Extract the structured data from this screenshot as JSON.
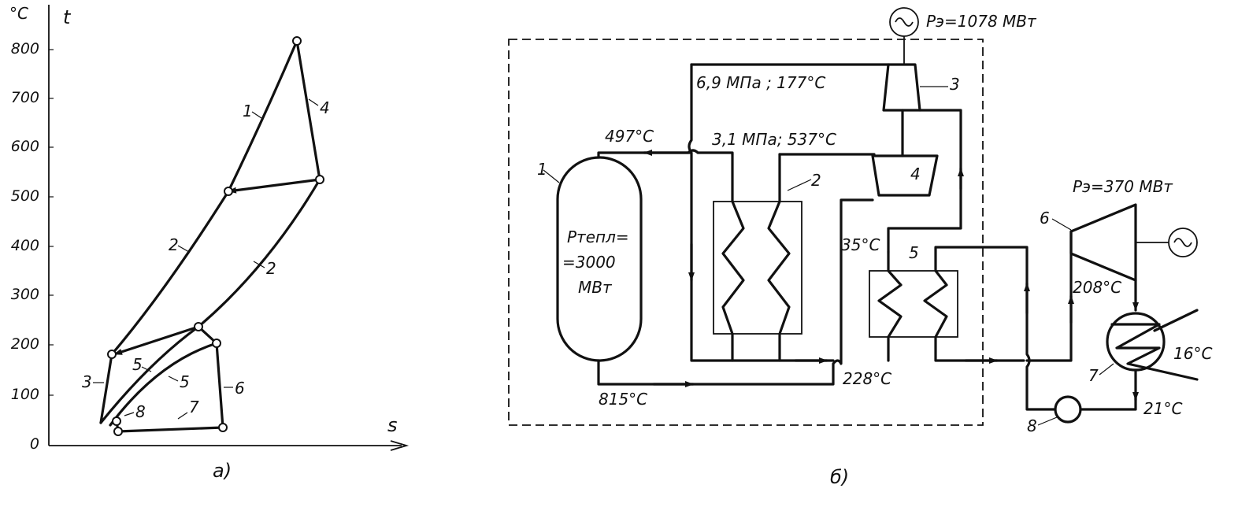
{
  "plot": {
    "unit": "°C",
    "y_axis_label": "t",
    "x_axis_label": "s",
    "y_ticks": [
      "0",
      "100",
      "200",
      "300",
      "400",
      "500",
      "600",
      "700",
      "800"
    ],
    "curve_labels": [
      "1",
      "4",
      "2",
      "2",
      "3",
      "5",
      "5",
      "6",
      "7",
      "8"
    ],
    "caption": "а)"
  },
  "schema": {
    "generator_power_top": "Pэ=1078 МВт",
    "generator_power_right": "Pэ=370 МВт",
    "reactor_power_line1": "Pтепл=",
    "reactor_power_line2": "=3000",
    "reactor_power_line3": "МВт",
    "pressure_high": "6,9 МПа ; 177°C",
    "pressure_mid": "3,1 МПа; 537°C",
    "temps": {
      "t497": "497°C",
      "t815": "815°C",
      "t228": "228°C",
      "t35": "35°C",
      "t208": "208°C",
      "t16": "16°C",
      "t21": "21°C"
    },
    "component_labels": [
      "1",
      "2",
      "3",
      "4",
      "5",
      "6",
      "7",
      "8"
    ],
    "caption": "б)"
  }
}
